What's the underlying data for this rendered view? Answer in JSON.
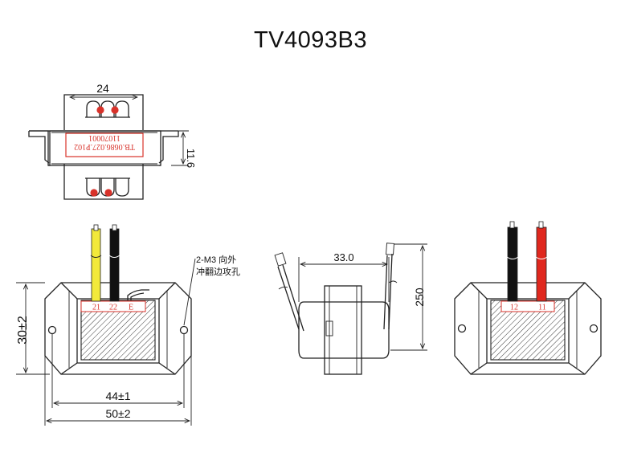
{
  "title": "TV4093B3",
  "top_view": {
    "dim_width": "24",
    "dim_height": "11.6",
    "label_line1": "TB.0686.027.P102",
    "label_line2": "11070001"
  },
  "front_left": {
    "terminals": [
      "21",
      "22",
      "E"
    ],
    "dim_height": "30±2",
    "dim_hole_spacing": "44±1",
    "dim_total_width": "50±2",
    "note_line1": "2-M3 向外",
    "note_line2": "冲翻边攻孔"
  },
  "side_view": {
    "dim_width": "33.0",
    "dim_lead_length": "250"
  },
  "front_right": {
    "terminals": [
      "12",
      "11"
    ]
  },
  "colors": {
    "wire_yellow": "#f2e93a",
    "wire_black": "#111111",
    "wire_red": "#e0281e",
    "label_red": "#d8322a"
  }
}
